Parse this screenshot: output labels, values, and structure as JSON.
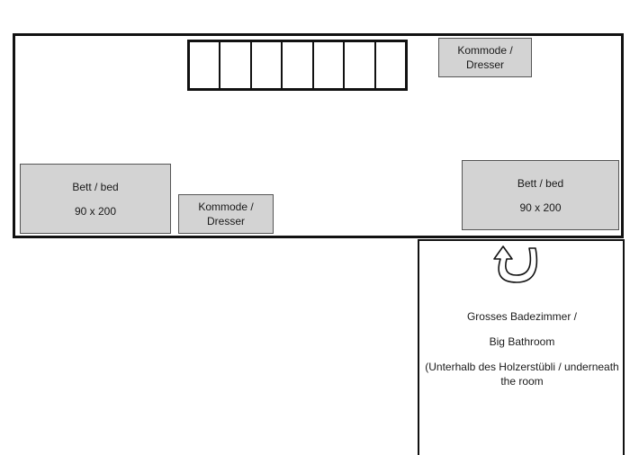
{
  "bed_left": {
    "label": "Bett / bed",
    "size": "90 x 200"
  },
  "bed_right": {
    "label": "Bett / bed",
    "size": "90 x 200"
  },
  "dresser_top": {
    "line1": "Kommode /",
    "line2": "Dresser"
  },
  "dresser_bottom": {
    "line1": "Kommode /",
    "line2": "Dresser"
  },
  "window": {
    "pane_count": 7
  },
  "bathroom": {
    "line1": "Grosses Badezimmer /",
    "line2": "Big Bathroom",
    "line3": "(Unterhalb des Holzerstübli / underneath the room"
  },
  "colors": {
    "furniture_fill": "#d3d3d3",
    "walls": "#111111",
    "background": "#ffffff"
  }
}
